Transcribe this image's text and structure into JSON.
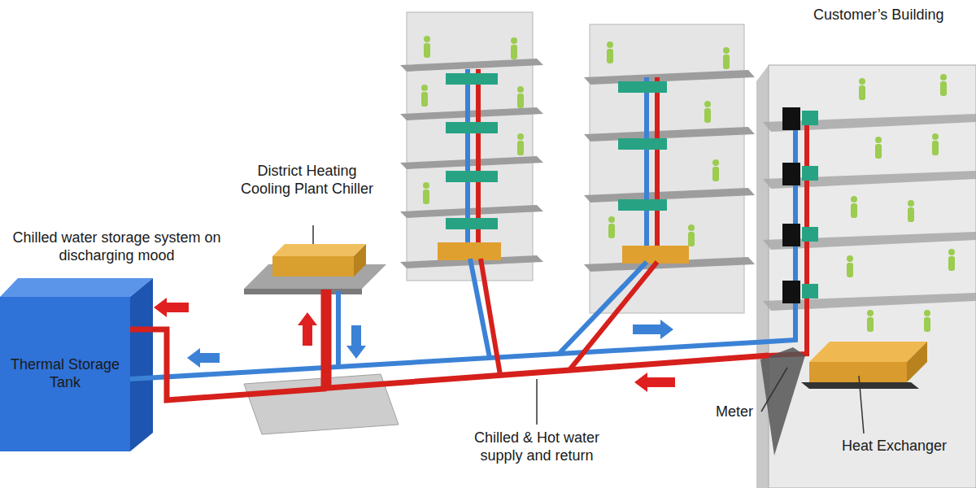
{
  "diagram": {
    "nodes": [
      {
        "text": [
          "Thermal Storage Tank"
        ]
      },
      {
        "text": [
          "District Heating Cooling Plant Chiller"
        ]
      },
      {
        "text": [
          "Customer’s Building"
        ]
      }
    ],
    "edges": [
      {
        "from": 0,
        "to": 1,
        "arrow": "none"
      },
      {
        "from": 1,
        "to": 2,
        "arrow": "none"
      }
    ],
    "labels": [
      "Chilled water storage system on discharging mood",
      "Chilled & Hot water supply and return",
      "Meter",
      "Heat Exchanger"
    ]
  }
}
